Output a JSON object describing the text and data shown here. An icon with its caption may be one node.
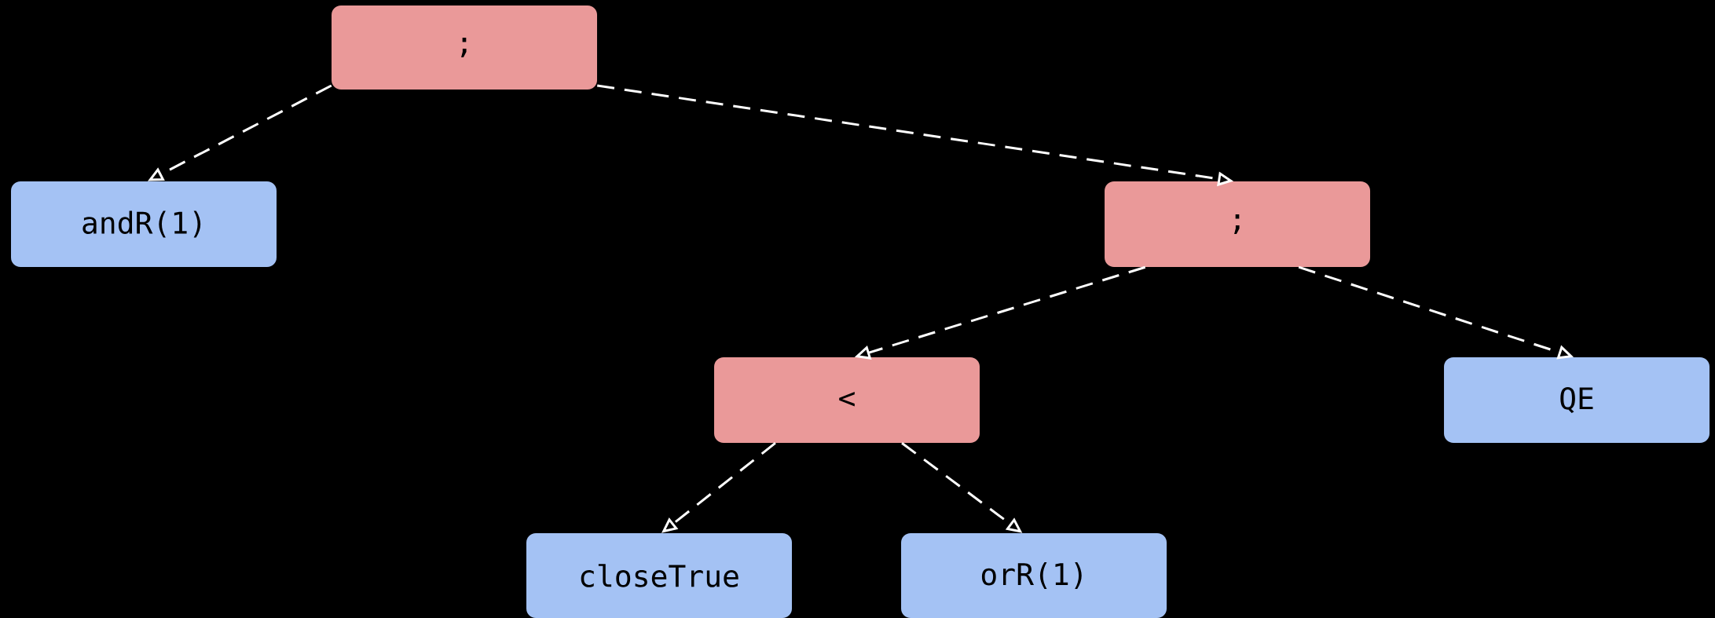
{
  "diagram": {
    "nodes": [
      {
        "text": [
          ";"
        ]
      },
      {
        "text": [
          "andR(1)"
        ]
      },
      {
        "text": [
          ";"
        ]
      },
      {
        "text": [
          "<"
        ]
      },
      {
        "text": [
          "QE"
        ]
      },
      {
        "text": [
          "closeTrue"
        ]
      },
      {
        "text": [
          "orR(1)"
        ]
      }
    ],
    "edges": [
      {
        "from": 0,
        "to": 1,
        "arrow": "to",
        "style": "dashed"
      },
      {
        "from": 0,
        "to": 2,
        "arrow": "to",
        "style": "dashed"
      },
      {
        "from": 2,
        "to": 3,
        "arrow": "to",
        "style": "dashed"
      },
      {
        "from": 2,
        "to": 4,
        "arrow": "to",
        "style": "dashed"
      },
      {
        "from": 3,
        "to": 5,
        "arrow": "to",
        "style": "dashed"
      },
      {
        "from": 3,
        "to": 6,
        "arrow": "to",
        "style": "dashed"
      }
    ]
  }
}
